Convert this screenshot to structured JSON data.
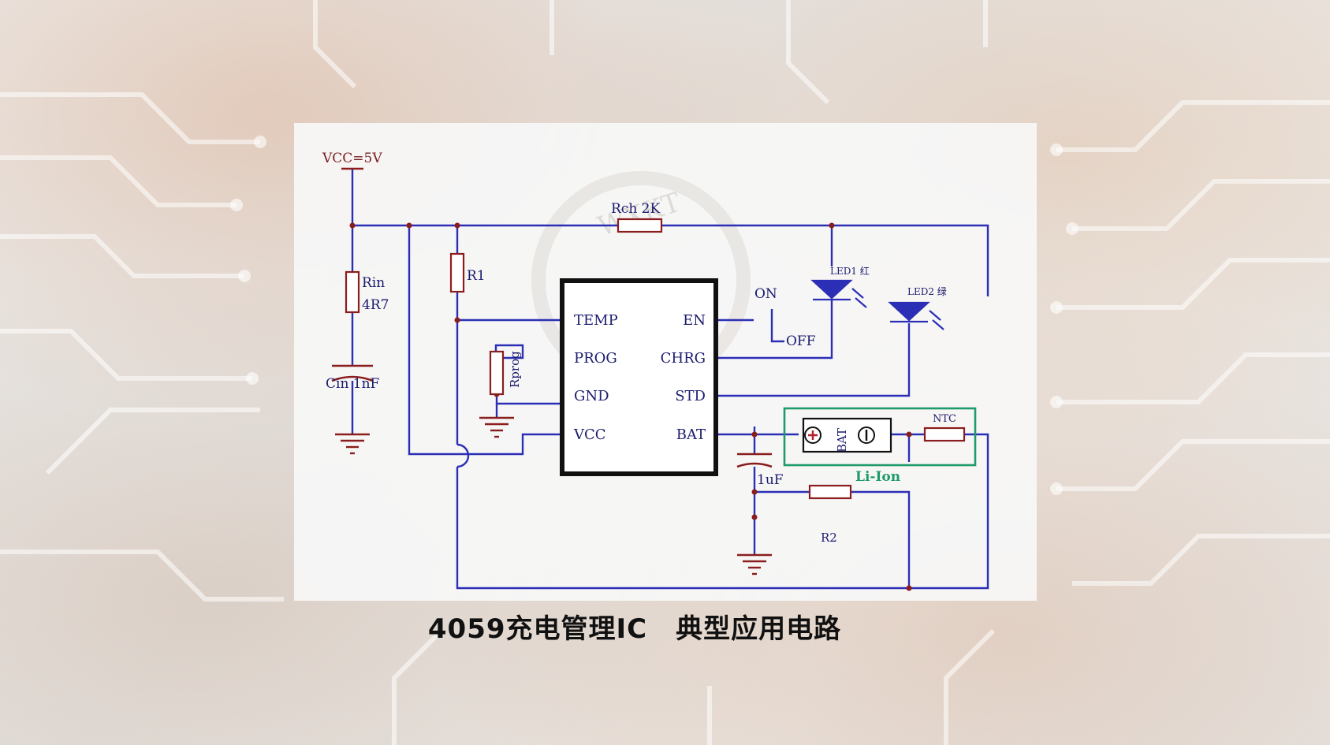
{
  "caption": {
    "left": "4059充电管理IC",
    "right": "典型应用电路"
  },
  "schematic": {
    "supply_label": "VCC=5V",
    "rch_label": "Rch 2K",
    "r1_label": "R1",
    "rin_label_1": "Rin",
    "rin_label_2": "4R7",
    "cin_label": "Cin 1nF",
    "rprog_label": "Rprog",
    "ic_pins_left": [
      "TEMP",
      "PROG",
      "GND",
      "VCC"
    ],
    "ic_pins_right": [
      "EN",
      "CHRG",
      "STD",
      "BAT"
    ],
    "on_label": "ON",
    "off_label": "OFF",
    "led1_label": "LED1 红",
    "led2_label": "LED2 绿",
    "battery_label": "BAT",
    "battery_type": "Li-Ion",
    "ntc_label": "NTC",
    "cap_label": "1uF",
    "r2_label": "R2",
    "watermark": "WXKT"
  },
  "colors": {
    "wire": "#2b2fb5",
    "label": "#7a1e1e",
    "ic_border": "#111111",
    "battery_box": "#1f9a6a"
  }
}
